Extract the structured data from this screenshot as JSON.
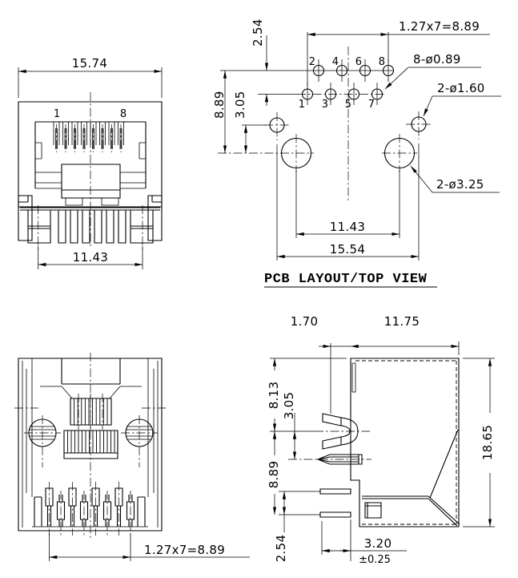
{
  "drawing": {
    "background": "#ffffff",
    "line_color": "#000000",
    "views": {
      "front": {
        "dim_width": "15.74",
        "dim_post_span": "11.43",
        "pin_first": "1",
        "pin_last": "8"
      },
      "pcb": {
        "title": "PCB LAYOUT/TOP VIEW",
        "dim_pin_span": "1.27x7=8.89",
        "dim_row_pitch": "2.54",
        "dim_row_to_mount": "8.89",
        "dim_locator_to_mount": "3.05",
        "label_pin_holes": "8-ø0.89",
        "label_locator_holes": "2-ø1.60",
        "label_mount_holes": "2-ø3.25",
        "dim_mount_span": "11.43",
        "dim_locator_span": "15.54",
        "pins_top": [
          "2",
          "4",
          "6",
          "8"
        ],
        "pins_bottom": [
          "1",
          "3",
          "5",
          "7"
        ]
      },
      "bottom": {
        "dim_pin_span": "1.27x7=8.89"
      },
      "side": {
        "dim_front_offset": "1.70",
        "dim_depth": "11.75",
        "dim_top_to_contact": "8.13",
        "dim_contact_gap": "3.05",
        "dim_contact_to_leg": "8.89",
        "dim_height": "18.65",
        "dim_leg_pitch": "2.54",
        "dim_tail": "3.20",
        "dim_tail_tol": "±0.25"
      }
    }
  }
}
